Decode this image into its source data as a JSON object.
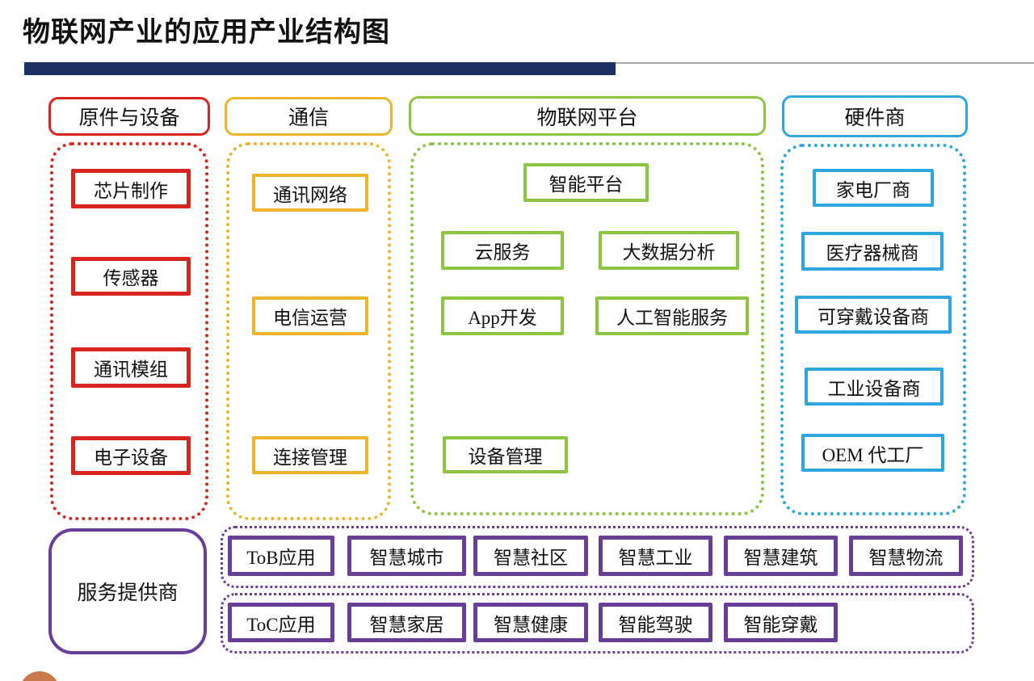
{
  "page": {
    "title": "物联网产业的应用产业结构图"
  },
  "colors": {
    "navy": "#1b2f63",
    "rule": "#a8a8a8",
    "red": "#d9251d",
    "yellow": "#f0b429",
    "green": "#8cc63f",
    "blue": "#2ea7e0",
    "purple": "#6a3d9a",
    "orange": "#cb7a50"
  },
  "columns": [
    {
      "label": "原件与设备",
      "color": "#d9251d",
      "items": [
        "芯片制作",
        "传感器",
        "通讯模组",
        "电子设备"
      ]
    },
    {
      "label": "通信",
      "color": "#f0b429",
      "items": [
        "通讯网络",
        "电信运营",
        "连接管理"
      ]
    },
    {
      "label": "物联网平台",
      "color": "#8cc63f",
      "items": [
        "智能平台",
        "云服务",
        "大数据分析",
        "App开发",
        "人工智能服务",
        "设备管理"
      ]
    },
    {
      "label": "硬件商",
      "color": "#2ea7e0",
      "items": [
        "家电厂商",
        "医疗器械商",
        "可穿戴设备商",
        "工业设备商",
        "OEM 代工厂"
      ]
    }
  ],
  "bottom": {
    "service_provider": "服务提供商",
    "rows": [
      {
        "items": [
          "ToB应用",
          "智慧城市",
          "智慧社区",
          "智慧工业",
          "智慧建筑",
          "智慧物流"
        ]
      },
      {
        "items": [
          "ToC应用",
          "智慧家居",
          "智慧健康",
          "智能驾驶",
          "智能穿戴"
        ]
      }
    ]
  }
}
